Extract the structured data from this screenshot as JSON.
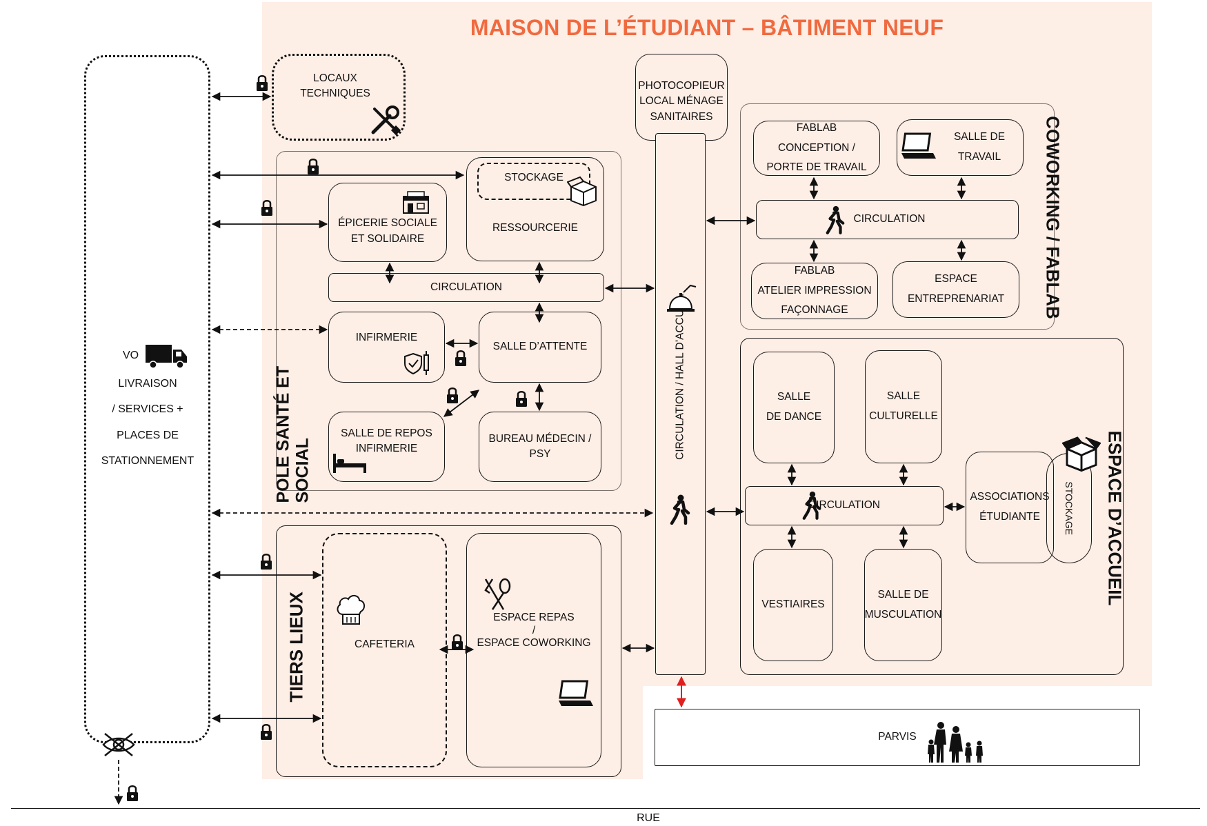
{
  "title": "MAISON DE L’ÉTUDIANT – BÂTIMENT NEUF",
  "zones": {
    "pole_sante": "POLE SANTÉ ET SOCIAL",
    "tiers_lieux": "TIERS LIEUX",
    "coworking": "COWORKING / FABLAB",
    "espace_accueil": "ESPACE D’ACCUEIL"
  },
  "rooms": {
    "locaux_techniques": "LOCAUX\nTECHNIQUES",
    "photocopieur": "PHOTOCOPIEUR\nLOCAL MÉNAGE\nSANITAIRES",
    "stockage_ressourcerie": "STOCKAGE",
    "epicerie": "ÉPICERIE SOCIALE\nET SOLIDAIRE",
    "ressourcerie": "RESSOURCERIE",
    "circulation_sante": "CIRCULATION",
    "infirmerie": "INFIRMERIE",
    "salle_attente": "SALLE D’ATTENTE",
    "salle_repos": "SALLE DE REPOS\nINFIRMERIE",
    "bureau_medecin": "BUREAU MÉDECIN /\nPSY",
    "cafeteria": "CAFETERIA",
    "espace_repas": "ESPACE REPAS\n/\nESPACE COWORKING",
    "hall": "CIRCULATION / HALL D’ACCUEIL",
    "fablab_conception": "FABLAB\nCONCEPTION /\nPORTE DE TRAVAIL",
    "salle_travail": "SALLE DE\nTRAVAIL",
    "circulation_cowork": "CIRCULATION",
    "fablab_atelier": "FABLAB\nATELIER IMPRESSION\nFAÇONNAGE",
    "espace_entrepreneuriat": "ESPACE\nENTREPRENARIAT",
    "salle_danse": "SALLE\nDE DANCE",
    "salle_culturelle": "SALLE\nCULTURELLE",
    "circulation_accueil": "CIRCULATION",
    "associations": "ASSOCIATIONS\nÉTUDIANTE",
    "stockage_assoc": "STOCKAGE",
    "vestiaires": "VESTIAIRES",
    "salle_musculation": "SALLE DE\nMUSCULATION",
    "parvis": "PARVIS"
  },
  "left_corridor": {
    "text_vo": "VO",
    "text_main": "LIVRAISON\n/ SERVICES +\nPLACES DE\nSTATIONNEMENT"
  },
  "street": "RUE",
  "colors": {
    "accent": "#f06a3f",
    "pink_bg": "#fdeee6",
    "red_arrow": "#e02020"
  }
}
